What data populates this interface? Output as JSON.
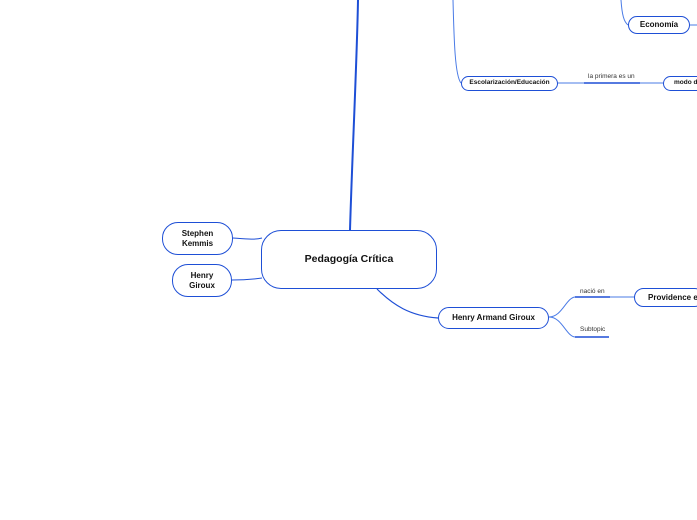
{
  "map": {
    "central": "Pedagogía Crítica",
    "left_nodes": [
      "Stephen\nKemmis",
      "Henry\nGiroux"
    ],
    "giroux_node": "Henry Armand Giroux",
    "providence_node": "Providence e",
    "naci_label": "nació en",
    "subtopic_label": "Subtopic",
    "economia_node": "Economía",
    "escolarizacion_node": "Escolarización/Educación",
    "primera_label": "la primera es un",
    "modo_node": "modo d"
  },
  "colors": {
    "line": "#1e4fd6",
    "line_light": "#4a7be6",
    "node_border": "#1e4fd6"
  }
}
